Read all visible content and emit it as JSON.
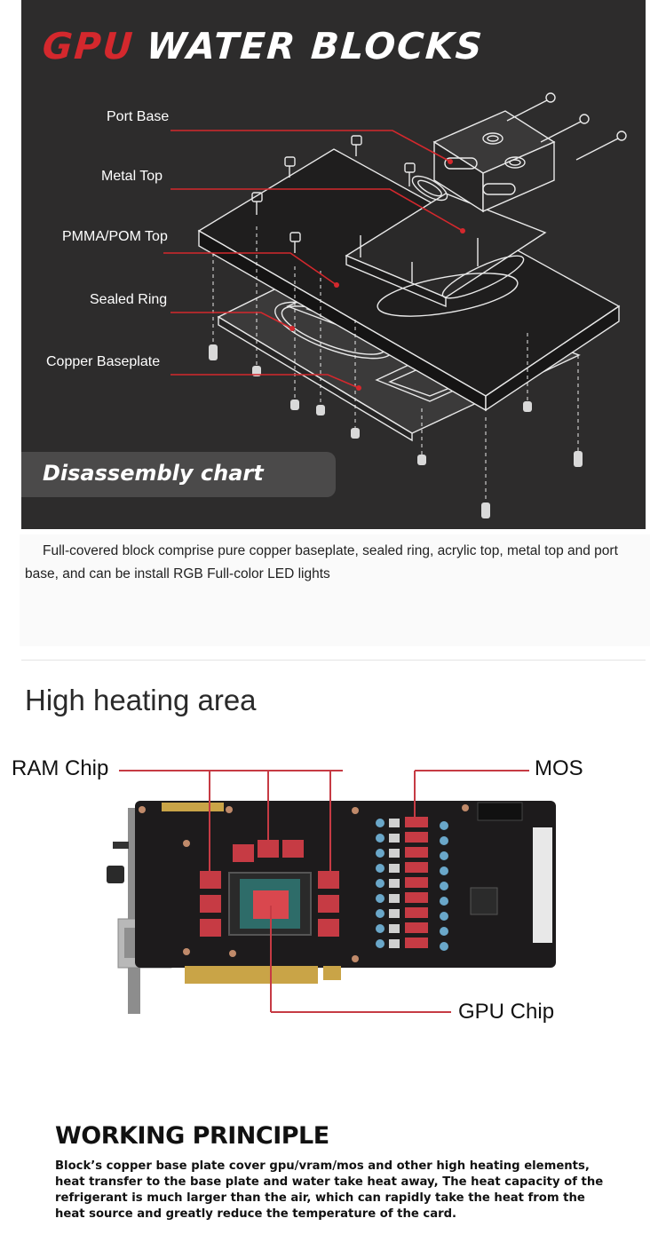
{
  "header": {
    "title_accent": "GPU",
    "title_main": "WATER BLOCKS",
    "accent_color": "#d4282d"
  },
  "parts": {
    "port_base": "Port Base",
    "metal_top": "Metal Top",
    "pmma_top": "PMMA/POM Top",
    "sealed_ring": "Sealed Ring",
    "copper_baseplate": "Copper Baseplate"
  },
  "chart_tag": "Disassembly chart",
  "description": "Full-covered block comprise pure copper baseplate, sealed ring, acrylic top, metal top and port base, and can be install RGB Full-color LED lights",
  "heating": {
    "title": "High heating area",
    "ram_label": "RAM Chip",
    "mos_label": "MOS",
    "gpu_label": "GPU Chip",
    "highlight_color": "#d9474e"
  },
  "principle": {
    "title": "WORKING PRINCIPLE",
    "text": "Block’s copper base plate cover gpu/vram/mos and other high heating elements, heat transfer to the base plate and water take heat away, The heat capacity of the refrigerant is much larger than the air, which can rapidly take the heat from the heat source and greatly reduce the temperature of the card."
  }
}
